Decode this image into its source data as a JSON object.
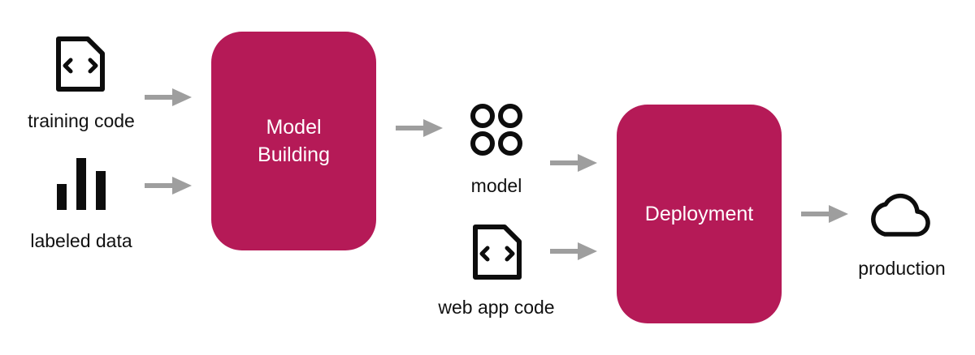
{
  "colors": {
    "box_fill": "#B51A57",
    "arrow": "#9E9E9E",
    "icon": "#0d0d0d",
    "label_text": "#111111",
    "box_text": "#ffffff"
  },
  "inputs": {
    "training_code": {
      "label": "training code",
      "icon": "code-file-icon"
    },
    "labeled_data": {
      "label": "labeled data",
      "icon": "bar-chart-icon"
    }
  },
  "model_building": {
    "line1": "Model",
    "line2": "Building"
  },
  "model": {
    "label": "model",
    "icon": "four-circles-icon"
  },
  "web_app_code": {
    "label": "web app code",
    "icon": "code-file-icon"
  },
  "deployment": {
    "label": "Deployment"
  },
  "production": {
    "label": "production",
    "icon": "cloud-icon"
  }
}
